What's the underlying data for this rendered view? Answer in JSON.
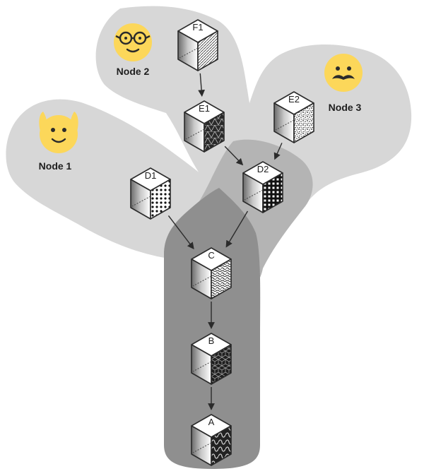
{
  "nodes": [
    {
      "id": "node1",
      "label": "Node 1",
      "emoji": "raised-hands-face-icon"
    },
    {
      "id": "node2",
      "label": "Node 2",
      "emoji": "glasses-face-icon"
    },
    {
      "id": "node3",
      "label": "Node 3",
      "emoji": "mustache-face-icon"
    }
  ],
  "blocks": [
    {
      "id": "F1",
      "label": "F1",
      "pattern": "hatch-fine"
    },
    {
      "id": "E1",
      "label": "E1",
      "pattern": "triangles"
    },
    {
      "id": "E2",
      "label": "E2",
      "pattern": "speckle"
    },
    {
      "id": "D1",
      "label": "D1",
      "pattern": "dots"
    },
    {
      "id": "D2",
      "label": "D2",
      "pattern": "squares"
    },
    {
      "id": "C",
      "label": "C",
      "pattern": "noise"
    },
    {
      "id": "B",
      "label": "B",
      "pattern": "cubes"
    },
    {
      "id": "A",
      "label": "A",
      "pattern": "hex-tiles"
    }
  ],
  "edges": [
    {
      "from": "F1",
      "to": "E1"
    },
    {
      "from": "E1",
      "to": "D2"
    },
    {
      "from": "E2",
      "to": "D2"
    },
    {
      "from": "D1",
      "to": "C"
    },
    {
      "from": "D2",
      "to": "C"
    },
    {
      "from": "C",
      "to": "B"
    },
    {
      "from": "B",
      "to": "A"
    }
  ],
  "colors": {
    "region_light": "#d7d7d7",
    "region_mid": "#b4b4b4",
    "region_dark": "#8f8f8f",
    "emoji_yellow": "#fcd75a",
    "stroke": "#2b2b2b"
  }
}
